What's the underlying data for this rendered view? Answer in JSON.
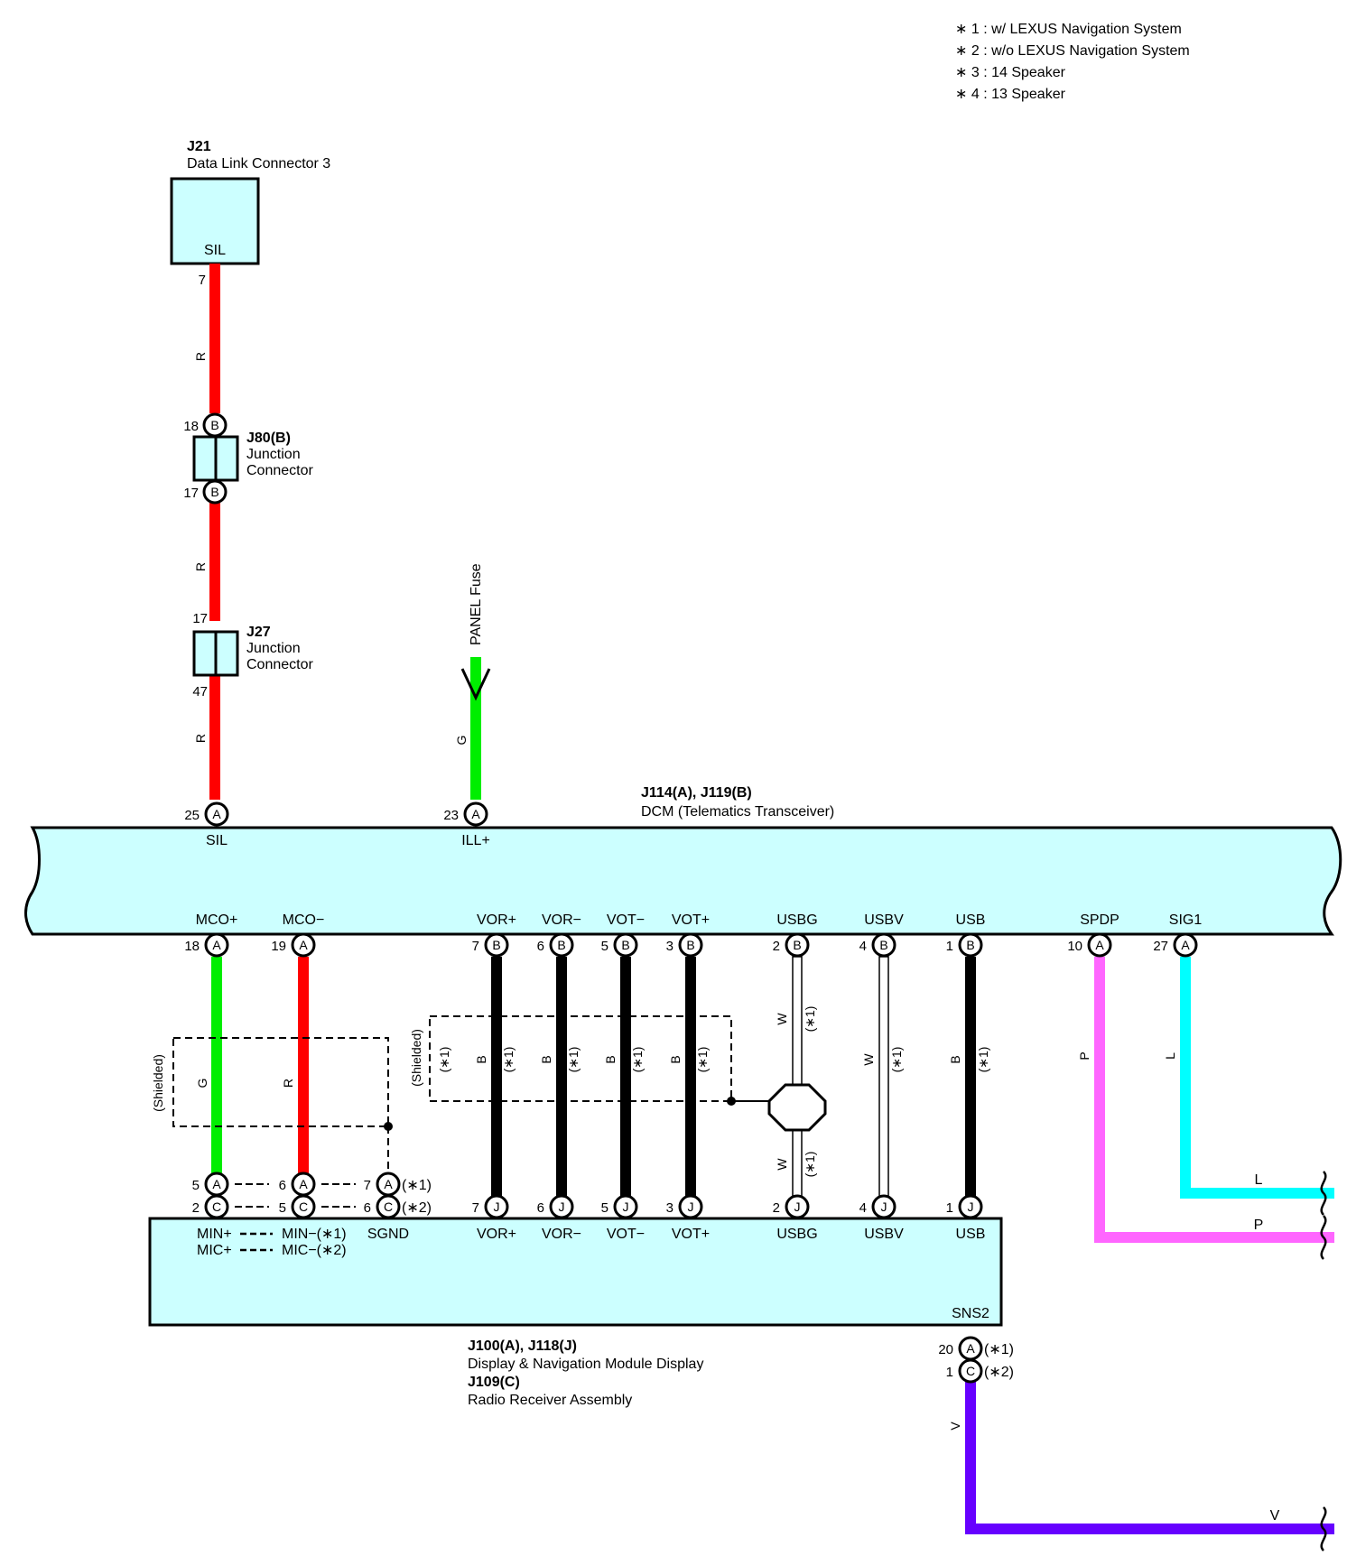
{
  "notes": [
    "∗ 1 : w/ LEXUS Navigation System",
    "∗ 2 : w/o LEXUS Navigation System",
    "∗ 3 : 14 Speaker",
    "∗ 4 : 13 Speaker"
  ],
  "components": {
    "j21": {
      "id": "J21",
      "name": "Data Link Connector 3",
      "pin_label": "SIL",
      "pin": "7"
    },
    "j80": {
      "id": "J80(B)",
      "name_line1": "Junction",
      "name_line2": "Connector",
      "pin_top": "18",
      "pin_bottom": "17",
      "letter": "B"
    },
    "j27": {
      "id": "J27",
      "name_line1": "Junction",
      "name_line2": "Connector",
      "pin_top": "17",
      "pin_bottom": "47"
    },
    "dcm": {
      "id": "J114(A), J119(B)",
      "name": "DCM (Telematics Transceiver)"
    },
    "display": {
      "id": "J100(A), J118(J)",
      "name": "Display & Navigation Module Display",
      "id2": "J109(C)",
      "name2": "Radio Receiver Assembly"
    },
    "fuse": {
      "label": "PANEL Fuse"
    }
  },
  "wire_colors": {
    "R": "#ff0000",
    "G": "#00ee00",
    "B": "#000000",
    "W": "#ffffff",
    "P": "#ff66ff",
    "L": "#00ffff",
    "V": "#6600ff"
  },
  "body_color": "#ccffff",
  "dcm_top_pins": [
    {
      "num": "25",
      "letter": "A",
      "label": "SIL"
    },
    {
      "num": "23",
      "letter": "A",
      "label": "ILL+"
    }
  ],
  "dcm_bottom_pins": [
    {
      "num": "18",
      "letter": "A",
      "label": "MCO+"
    },
    {
      "num": "19",
      "letter": "A",
      "label": "MCO−"
    },
    {
      "num": "7",
      "letter": "B",
      "label": "VOR+"
    },
    {
      "num": "6",
      "letter": "B",
      "label": "VOR−"
    },
    {
      "num": "5",
      "letter": "B",
      "label": "VOT−"
    },
    {
      "num": "3",
      "letter": "B",
      "label": "VOT+"
    },
    {
      "num": "2",
      "letter": "B",
      "label": "USBG"
    },
    {
      "num": "4",
      "letter": "B",
      "label": "USBV"
    },
    {
      "num": "1",
      "letter": "B",
      "label": "USB"
    },
    {
      "num": "10",
      "letter": "A",
      "label": "SPDP"
    },
    {
      "num": "27",
      "letter": "A",
      "label": "SIG1"
    }
  ],
  "display_pins_row1": [
    {
      "num": "5",
      "letter": "A"
    },
    {
      "num": "6",
      "letter": "A"
    },
    {
      "num": "7",
      "letter": "A",
      "note": "(∗1)"
    }
  ],
  "display_pins_row2": [
    {
      "num": "2",
      "letter": "C"
    },
    {
      "num": "5",
      "letter": "C"
    },
    {
      "num": "6",
      "letter": "C",
      "note": "(∗2)"
    },
    {
      "num": "7",
      "letter": "J"
    },
    {
      "num": "6",
      "letter": "J"
    },
    {
      "num": "5",
      "letter": "J"
    },
    {
      "num": "3",
      "letter": "J"
    },
    {
      "num": "2",
      "letter": "J"
    },
    {
      "num": "4",
      "letter": "J"
    },
    {
      "num": "1",
      "letter": "J"
    }
  ],
  "display_labels": {
    "min_plus": "MIN+",
    "min_minus": "MIN−(∗1)",
    "mic_plus": "MIC+",
    "mic_minus": "MIC−(∗2)",
    "sgnd": "SGND",
    "vor_plus": "VOR+",
    "vor_minus": "VOR−",
    "vot_minus": "VOT−",
    "vot_plus": "VOT+",
    "usbg": "USBG",
    "usbv": "USBV",
    "usb": "USB",
    "sns2": "SNS2"
  },
  "sns2_pins": [
    {
      "num": "20",
      "letter": "A",
      "note": "(∗1)"
    },
    {
      "num": "1",
      "letter": "C",
      "note": "(∗2)"
    }
  ],
  "wire_labels": {
    "r": "R",
    "g": "G",
    "b": "B",
    "w": "W",
    "p": "P",
    "l": "L",
    "v": "V",
    "shielded": "(Shielded)",
    "star1": "(∗1)"
  },
  "offpage": {
    "l": "L",
    "p": "P",
    "v": "V"
  }
}
